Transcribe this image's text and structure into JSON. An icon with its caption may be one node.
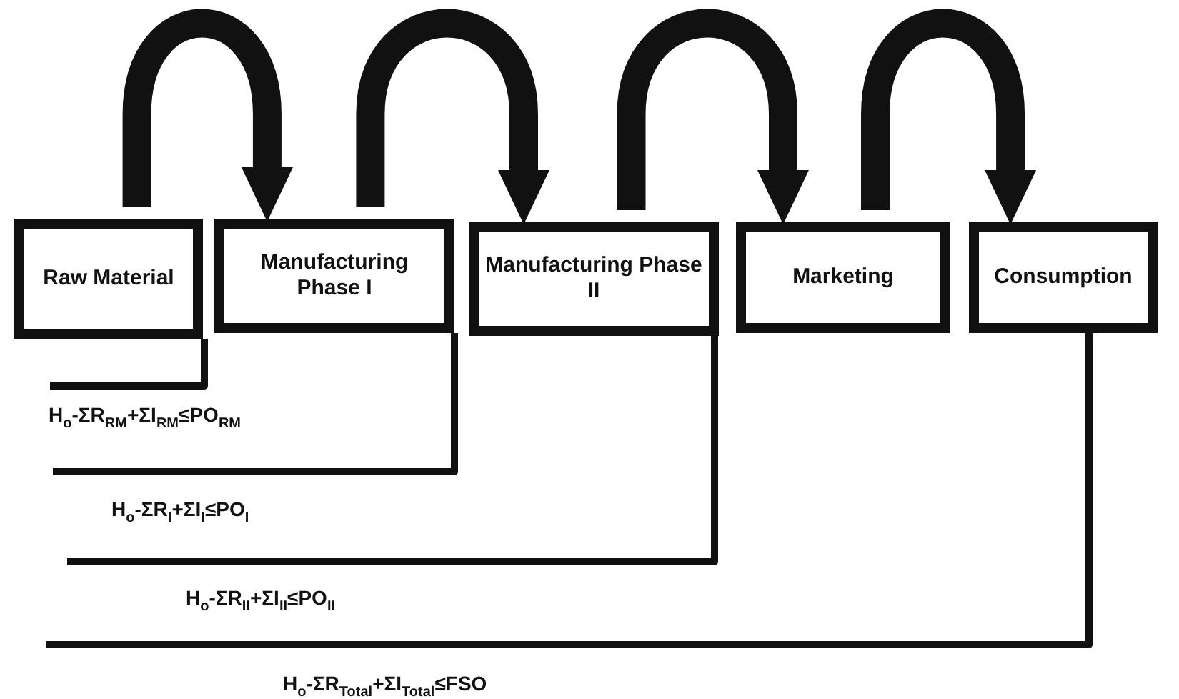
{
  "diagram": {
    "nodes": [
      {
        "text": [
          "Raw Material"
        ]
      },
      {
        "text": [
          "Manufacturing Phase I"
        ]
      },
      {
        "text": [
          "Manufacturing Phase II"
        ]
      },
      {
        "text": [
          "Marketing"
        ]
      },
      {
        "text": [
          "Consumption"
        ]
      }
    ],
    "edges": [
      {
        "from": 0,
        "to": 1,
        "arrow": "to",
        "style": "thick"
      },
      {
        "from": 1,
        "to": 2,
        "arrow": "to",
        "style": "thick"
      },
      {
        "from": 2,
        "to": 3,
        "arrow": "to",
        "style": "thick"
      },
      {
        "from": 3,
        "to": 4,
        "arrow": "to",
        "style": "thick"
      },
      {
        "from": 0,
        "to": null,
        "arrow": "none",
        "label": "H$_{o}$-ΣR$_{RM}$+ΣI$_{RM}$≤PO$_{RM}$"
      },
      {
        "from": 1,
        "to": null,
        "arrow": "none",
        "label": "H$_{o}$-ΣR$_{I}$+ΣI$_{I}$≤PO$_{I}$"
      },
      {
        "from": 2,
        "to": null,
        "arrow": "none",
        "label": "H$_{o}$-ΣR$_{II}$+ΣI$_{II}$≤PO$_{II}$"
      },
      {
        "from": 4,
        "to": null,
        "arrow": "none",
        "label": "H$_{o}$-ΣR$_{Total}$+ΣI$_{Total}$≤FSO"
      }
    ]
  }
}
